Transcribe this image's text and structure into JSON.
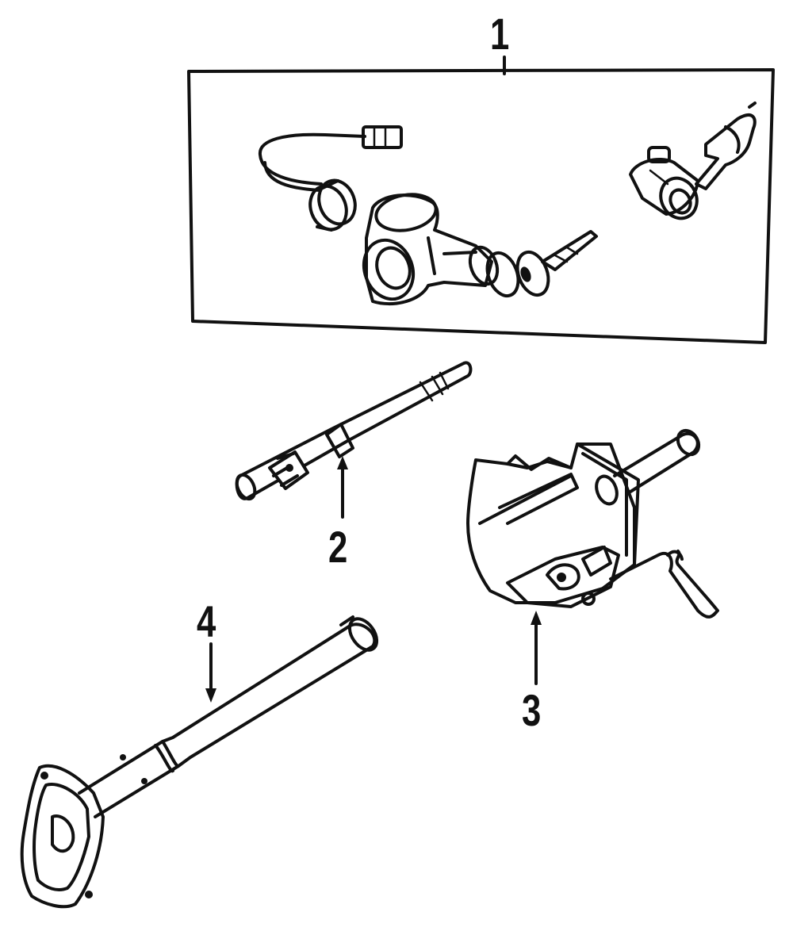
{
  "callouts": {
    "part_1": "1",
    "part_2": "2",
    "part_3": "3",
    "part_4": "4"
  },
  "colors": {
    "ink": "#111111",
    "background": "#ffffff"
  }
}
